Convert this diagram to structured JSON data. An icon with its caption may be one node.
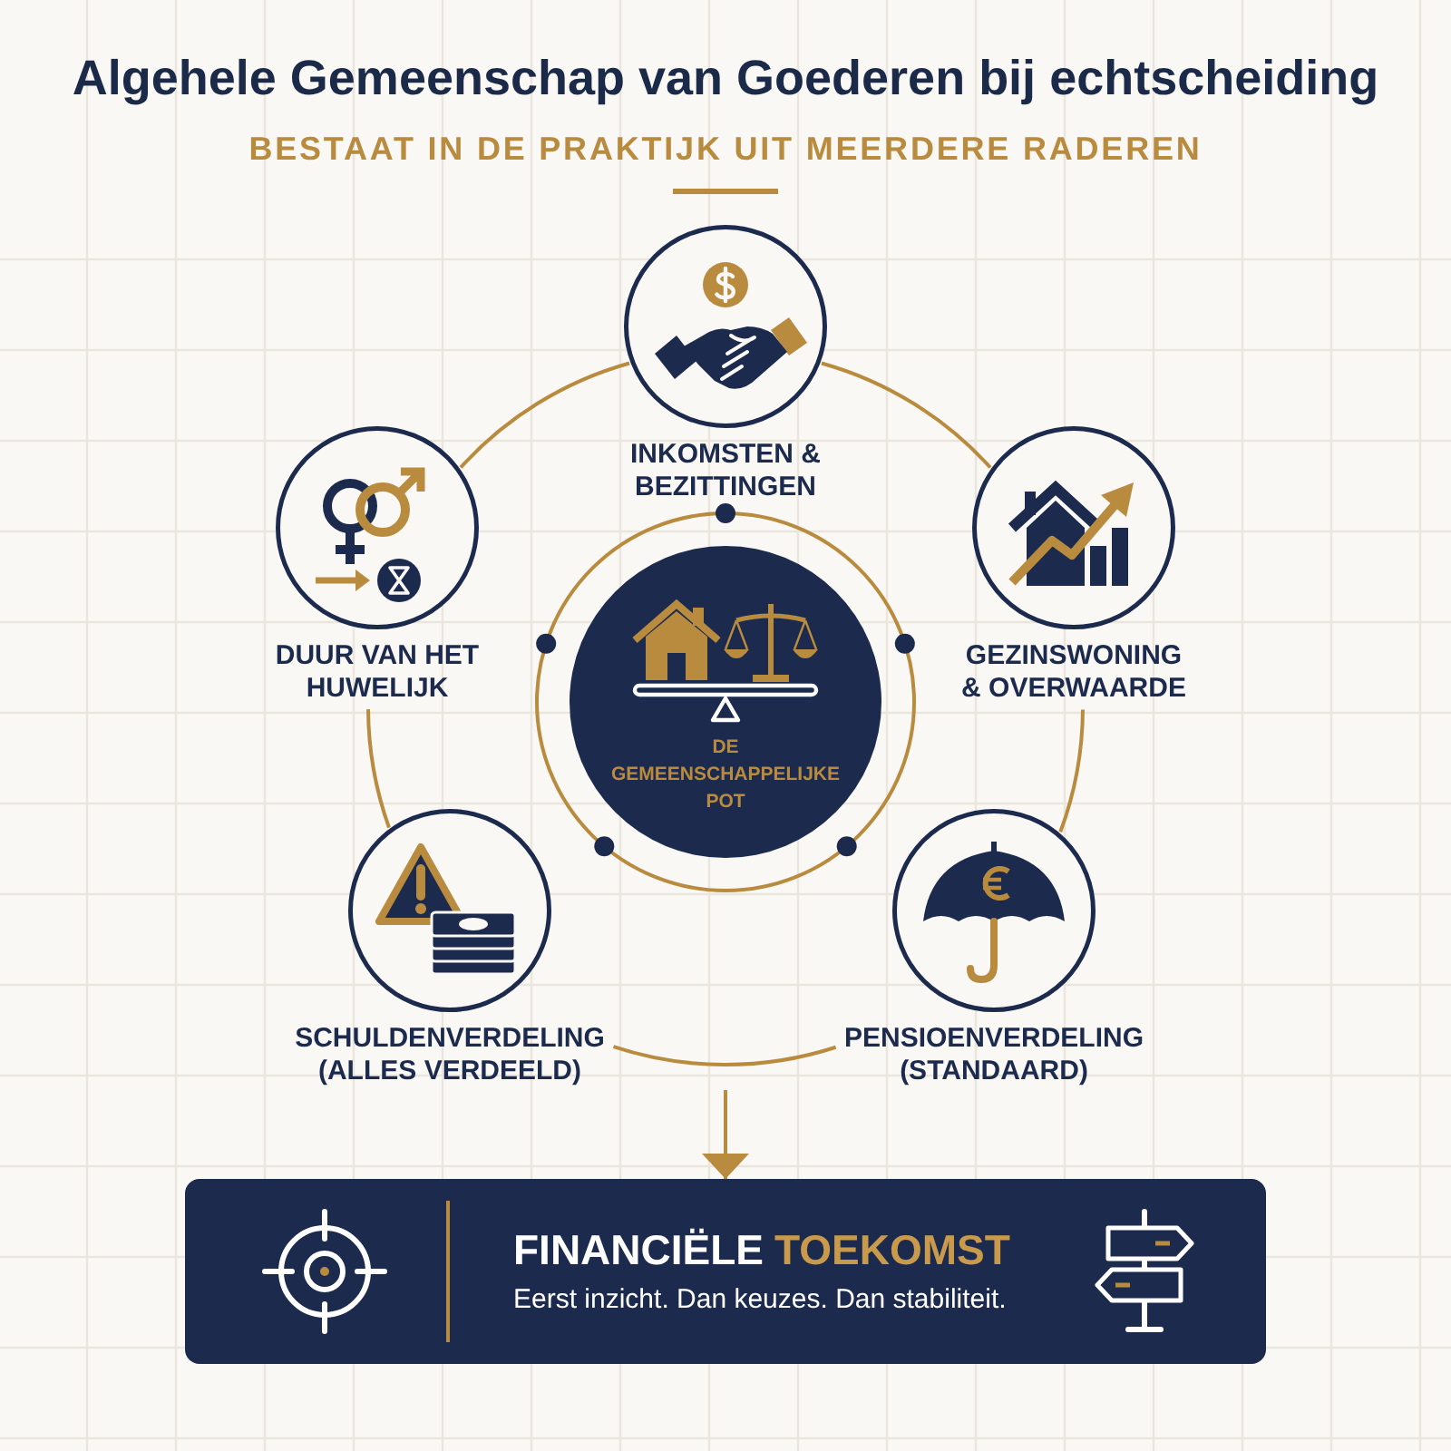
{
  "diagram": {
    "title": "Algehele Gemeenschap van Goederen bij echtscheiding",
    "nodes": [
      {
        "text": [
          "INKOMSTEN & BEZITTINGEN"
        ]
      },
      {
        "text": [
          "DUUR VAN HET HUWELIJK"
        ]
      },
      {
        "text": [
          "GEZINSWONING & OVERWAARDE"
        ]
      },
      {
        "text": [
          "DE GEMEENSCHAPPELIJKE POT"
        ]
      },
      {
        "text": [
          "SCHULDENVERDELING (ALLES VERDEELD)"
        ]
      },
      {
        "text": [
          "PENSIOENVERDELING (STANDAARD)"
        ]
      },
      {
        "text": [
          "FINANCIËLE",
          "TOEKOMST",
          "Eerst inzicht. Dan keuzes. Dan stabiliteit."
        ]
      }
    ],
    "edges": [
      {
        "from": 0,
        "to": 2,
        "arrow": "none"
      },
      {
        "from": 2,
        "to": 5,
        "arrow": "none"
      },
      {
        "from": 5,
        "to": 4,
        "arrow": "none"
      },
      {
        "from": 4,
        "to": 1,
        "arrow": "none"
      },
      {
        "from": 1,
        "to": 0,
        "arrow": "none"
      },
      {
        "from": null,
        "to": 6,
        "arrow": "to"
      }
    ],
    "labels": [
      "BESTAAT IN DE PRAKTIJK UIT MEERDERE RADEREN"
    ]
  }
}
